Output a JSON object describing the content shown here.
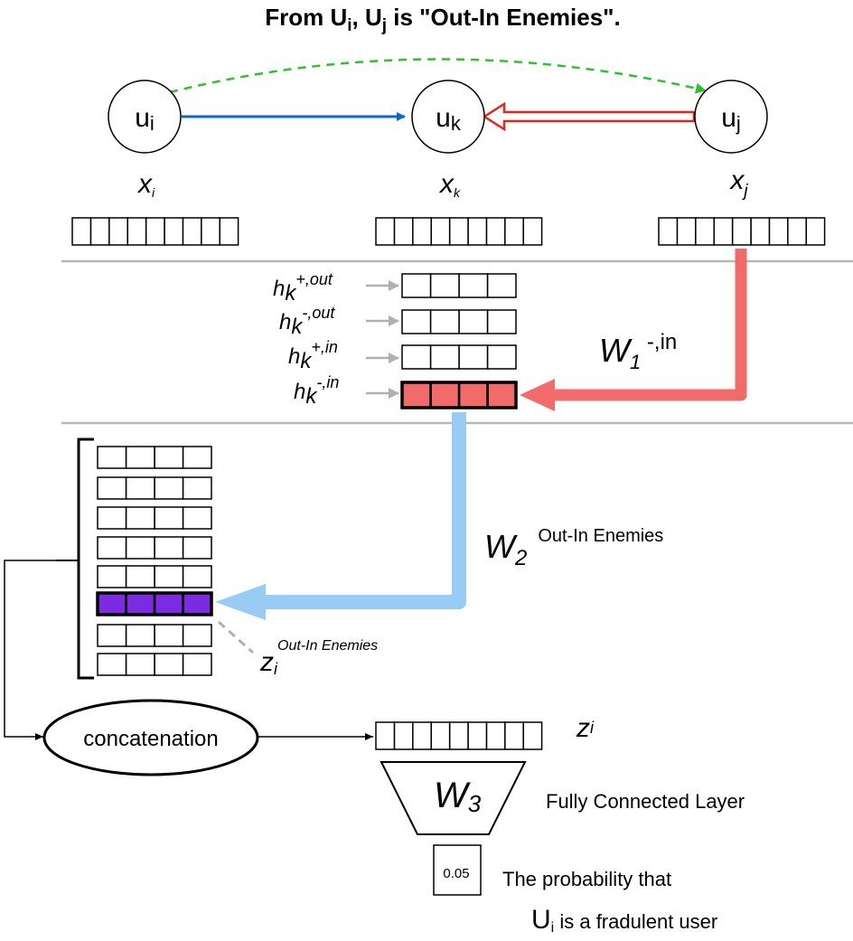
{
  "title": {
    "prefix": "From U",
    "sub1": "i",
    "middle": ",  U",
    "sub2": "j",
    "suffix": " is \"Out-In Enemies\"."
  },
  "nodes": [
    {
      "id": "ui",
      "base": "u",
      "sub": "i"
    },
    {
      "id": "uk",
      "base": "u",
      "sub": "k"
    },
    {
      "id": "uj",
      "base": "u",
      "sub": "j"
    }
  ],
  "features": {
    "xi": {
      "base": "x",
      "sub": "i"
    },
    "xk": {
      "base": "x",
      "sub": "k"
    },
    "xj": {
      "base": "x",
      "sub": "j"
    }
  },
  "hidden_labels": [
    {
      "base": "h",
      "sub": "k",
      "sup": "+,out"
    },
    {
      "base": "h",
      "sub": "k",
      "sup": "-,out"
    },
    {
      "base": "h",
      "sub": "k",
      "sup": "+,in"
    },
    {
      "base": "h",
      "sub": "k",
      "sup": "-,in"
    }
  ],
  "weights": {
    "w1": {
      "base": "W",
      "sub": "1",
      "sup": " -,in"
    },
    "w2": {
      "base": "W",
      "sub": "2",
      "sup": "Out-In Enemies"
    },
    "w3": {
      "base": "W",
      "sub": "3"
    }
  },
  "z_relation": {
    "base": "z",
    "sub": "i",
    "sup": "Out-In Enemies"
  },
  "concat_label": "concatenation",
  "z_final": {
    "base": "z",
    "sub": "i"
  },
  "fc_label": "Fully Connected Layer",
  "probability_value": "0.05",
  "probability_text": {
    "line1": "The probability that",
    "line2_base": "U",
    "line2_sub": "i",
    "line2_rest": " is a fradulent user"
  },
  "colors": {
    "blue_arrow": "#0a66c8",
    "red_arrow": "#e8241f",
    "green_dashed": "#2ec22e",
    "salmon_flow": "#f26b6b",
    "light_blue_flow": "#99ccf5",
    "purple_cells": "#7b2be0",
    "gray": "#b0b0b0"
  }
}
